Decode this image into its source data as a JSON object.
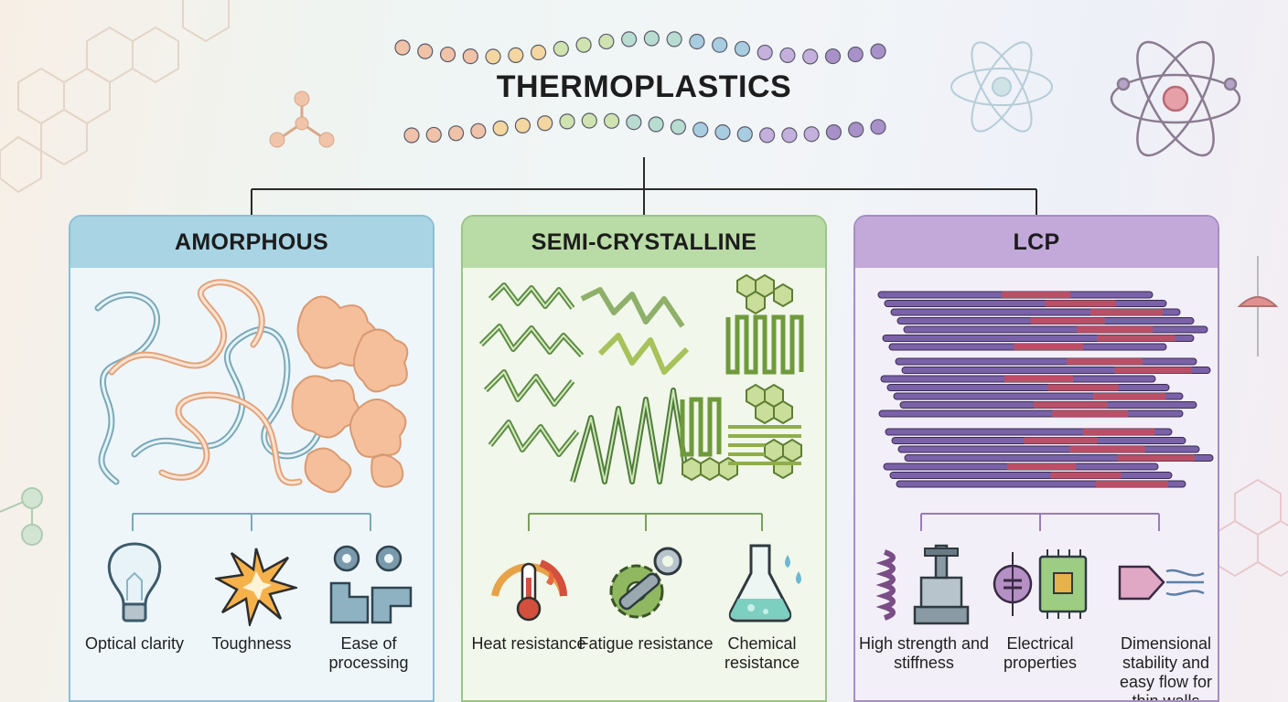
{
  "title": "THERMOPLASTICS",
  "categories": [
    {
      "key": "amorphous",
      "name": "AMORPHOUS",
      "properties": [
        {
          "label": "Optical clarity",
          "icon": "light-bulb-icon"
        },
        {
          "label": "Toughness",
          "icon": "impact-burst-icon"
        },
        {
          "label": "Ease of processing",
          "icon": "gears-molding-icon"
        }
      ]
    },
    {
      "key": "semi_crystalline",
      "name": "SEMI-CRYSTALLINE",
      "properties": [
        {
          "label": "Heat resistance",
          "icon": "thermometer-gauge-icon"
        },
        {
          "label": "Fatigue resistance",
          "icon": "gear-wrench-icon"
        },
        {
          "label": "Chemical resistance",
          "icon": "flask-icon"
        }
      ]
    },
    {
      "key": "lcp",
      "name": "LCP",
      "properties": [
        {
          "label": "High strength and stiffness",
          "icon": "spring-press-icon"
        },
        {
          "label": "Electrical properties",
          "icon": "capacitor-chip-icon"
        },
        {
          "label": "Dimensional stability and easy flow for thin walls",
          "icon": "nozzle-flow-icon"
        }
      ]
    }
  ],
  "colors": {
    "amorphous_accent": "#a8d4e4",
    "semi_crystalline_accent": "#b9dba5",
    "lcp_accent": "#c2a9da",
    "chain_orange": "#f2b38a",
    "chain_blue": "#8db9c9",
    "chain_green": "#5f8f4a",
    "rod_purple": "#7a62a8",
    "rod_red": "#c44e5c"
  }
}
